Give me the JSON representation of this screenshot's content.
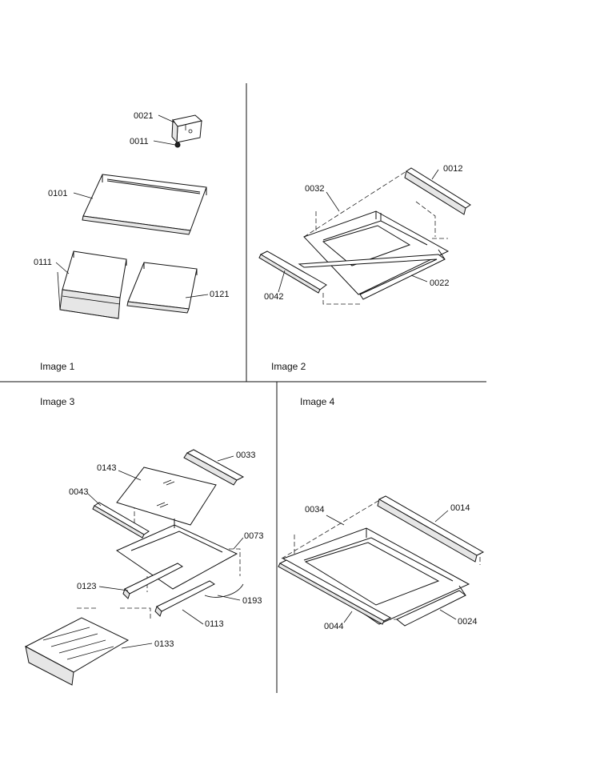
{
  "panels": {
    "image1": "Image 1",
    "image2": "Image 2",
    "image3": "Image 3",
    "image4": "Image 4"
  },
  "callouts": {
    "p0021": "0021",
    "p0011": "0011",
    "p0101": "0101",
    "p0111": "0111",
    "p0121": "0121",
    "p0012": "0012",
    "p0032": "0032",
    "p0042": "0042",
    "p0022": "0022",
    "p0033": "0033",
    "p0143": "0143",
    "p0043": "0043",
    "p0073": "0073",
    "p0123": "0123",
    "p0193": "0193",
    "p0113": "0113",
    "p0133": "0133",
    "p0034": "0034",
    "p0014": "0014",
    "p0044": "0044",
    "p0024": "0024"
  }
}
